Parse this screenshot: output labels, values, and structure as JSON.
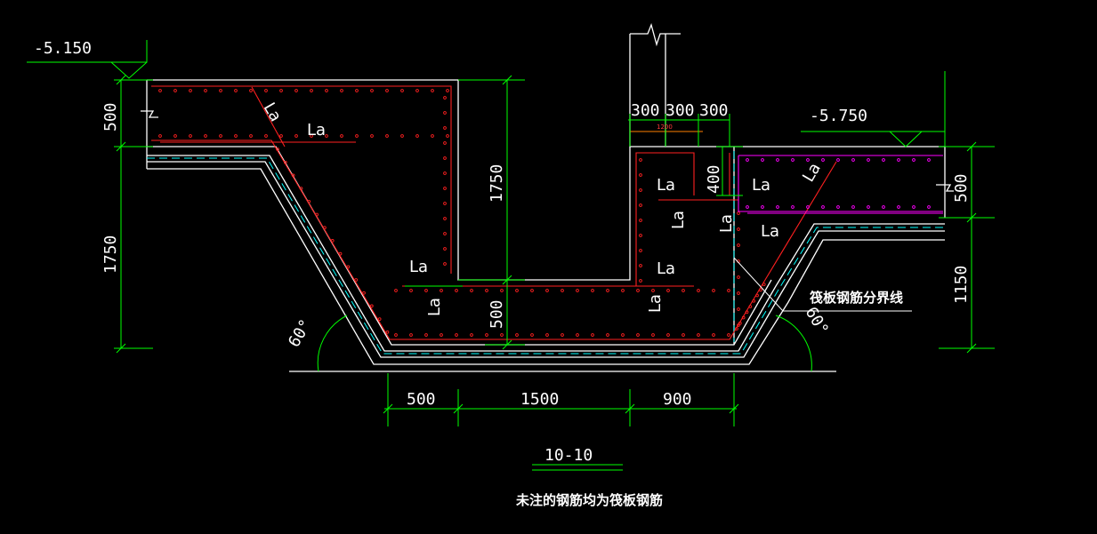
{
  "elevations": {
    "left": "-5.150",
    "right": "-5.750"
  },
  "dimensions": {
    "left_slab": "500",
    "left_depth": "1750",
    "center_depth": "1750",
    "bottom_slab": "500",
    "wall_300_a": "300",
    "wall_300_b": "300",
    "wall_300_c": "300",
    "wall_small": "1200",
    "right_step": "400",
    "right_slab": "500",
    "right_depth": "1150",
    "bottom_500": "500",
    "bottom_1500": "1500",
    "bottom_900": "900"
  },
  "labels": {
    "la": "La",
    "angle_left": "60°",
    "angle_right": "60°",
    "boundary_note": "筏板钢筋分界线",
    "section_title": "10-10",
    "footnote": "未注的钢筋均为筏板钢筋"
  },
  "colors": {
    "background": "#000000",
    "outline": "#ffffff",
    "dimension": "#00ff00",
    "rebar": "#ff2020",
    "rebar_right": "#ff00ff",
    "waterproof": "#00ffff"
  }
}
